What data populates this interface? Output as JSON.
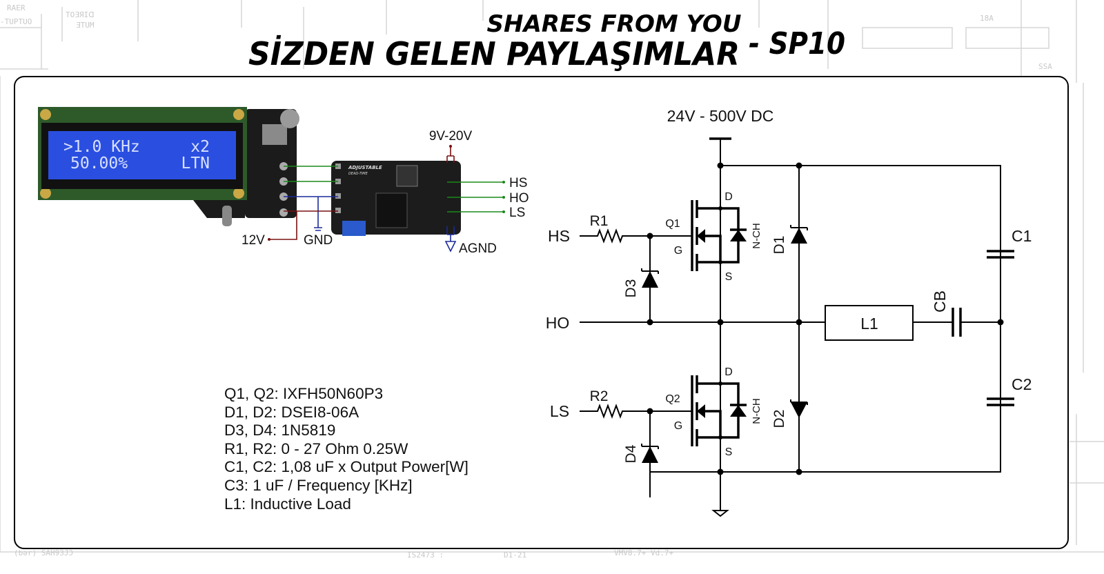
{
  "header": {
    "subtitle": "SHARES FROM YOU",
    "title": "SİZDEN GELEN PAYLAŞIMLAR",
    "suffix": "- SP10"
  },
  "lcd": {
    "line1_left": ">1.0 KHz",
    "line1_right": "x2",
    "line2_left": "50.00%",
    "line2_right": "LTN",
    "screen_color": "#2a4fe0"
  },
  "module": {
    "label": "ADJUSTABLE",
    "label2": "DEAD-TIME",
    "supply_label": "9V-20V",
    "outputs": [
      "HS",
      "HO",
      "LS"
    ],
    "agnd_label": "AGND",
    "v12_label": "12V",
    "gnd_label": "GND"
  },
  "schematic": {
    "supply": "24V - 500V DC",
    "inputs": {
      "hs": "HS",
      "ho": "HO",
      "ls": "LS"
    },
    "r1": "R1",
    "r2": "R2",
    "q1": "Q1",
    "q2": "Q2",
    "d": "D",
    "g": "G",
    "s": "S",
    "nch": "N-CH",
    "d1": "D1",
    "d2": "D2",
    "d3": "D3",
    "d4": "D4",
    "l1": "L1",
    "cb": "CB",
    "c1": "C1",
    "c2": "C2"
  },
  "parts_list": [
    "Q1, Q2: IXFH50N60P3",
    "D1, D2: DSEI8-06A",
    "D3, D4: 1N5819",
    "R1, R2: 0 - 27 Ohm 0.25W",
    "C1, C2: 1,08 uF x Output Power[W]",
    "C3: 1 uF / Frequency [KHz]",
    "L1: Inductive Load"
  ],
  "colors": {
    "wire_green": "#1a8a1a",
    "wire_blue": "#1a2a9a",
    "wire_red": "#7a1010"
  }
}
